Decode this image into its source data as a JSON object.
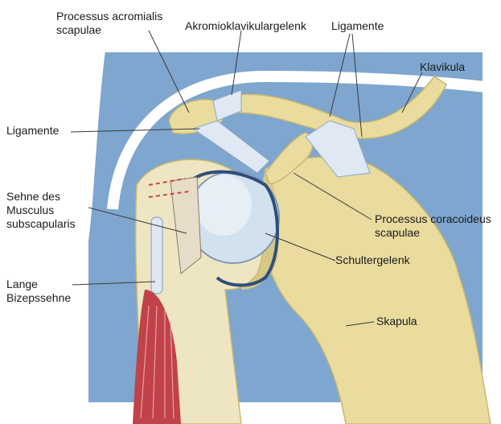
{
  "colors": {
    "background_panel": "#7ea6cf",
    "skin_outline": "#ffffff",
    "bone": "#e9dc9e",
    "bone_shade": "#c9b86f",
    "cartilage": "#d2e1ee",
    "ligament": "#dfe8f3",
    "ligament_edge": "#8ea7c4",
    "muscle": "#c2424a",
    "leader_line": "#3a3a3a"
  },
  "labels": {
    "acromion": [
      "Processus acromialis",
      "scapulae"
    ],
    "ac_joint": [
      "Akromioklavikulargelenk"
    ],
    "ligamente_top": [
      "Ligamente"
    ],
    "klavikula": [
      "Klavikula"
    ],
    "ligamente_left": [
      "Ligamente"
    ],
    "subscapularis": [
      "Sehne des",
      "Musculus",
      "subscapularis"
    ],
    "coracoid": [
      "Processus coracoideus",
      "scapulae"
    ],
    "shoulder_joint": [
      "Schultergelenk"
    ],
    "biceps": [
      "Lange",
      "Bizepssehne"
    ],
    "skapula": [
      "Skapula"
    ]
  }
}
